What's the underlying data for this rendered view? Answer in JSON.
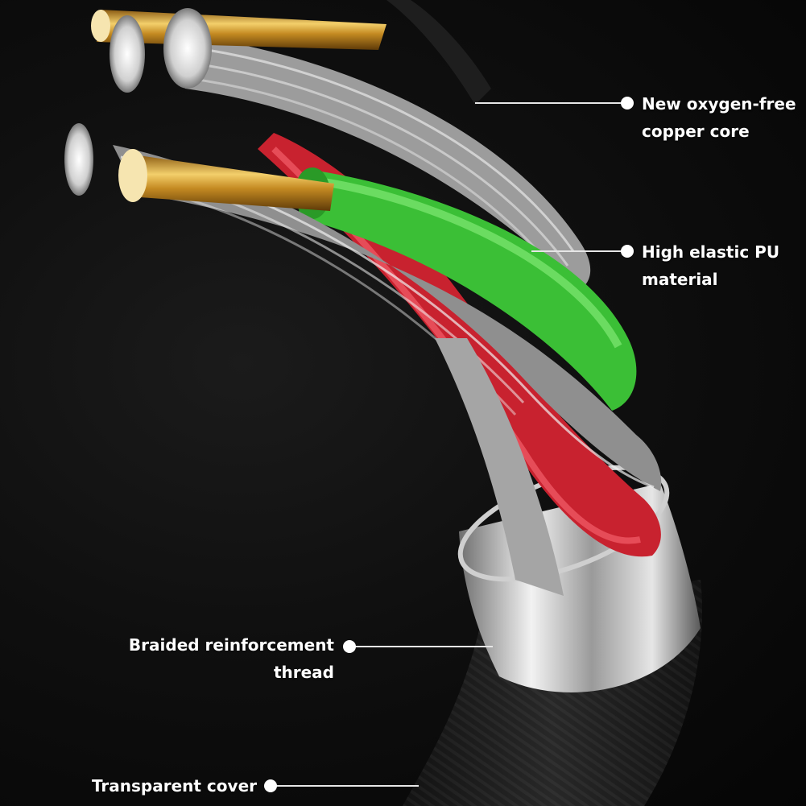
{
  "annotations": [
    {
      "id": "copper-core",
      "lines": [
        "New oxygen-free",
        "copper core"
      ]
    },
    {
      "id": "pu-material",
      "lines": [
        "High elastic PU",
        "material"
      ]
    },
    {
      "id": "braided-thread",
      "lines": [
        "Braided reinforcement",
        "thread"
      ]
    },
    {
      "id": "transparent-cover",
      "lines": [
        "Transparent cover"
      ]
    }
  ],
  "colors": {
    "background": "#0a0a0a",
    "gold_conductor": "#d9a93a",
    "green_insulation": "#3ec43a",
    "red_insulation": "#d4283c",
    "silver_strands": "#bdbdbd",
    "black_jacket": "#1c1c1c",
    "label_text": "#ffffff"
  }
}
